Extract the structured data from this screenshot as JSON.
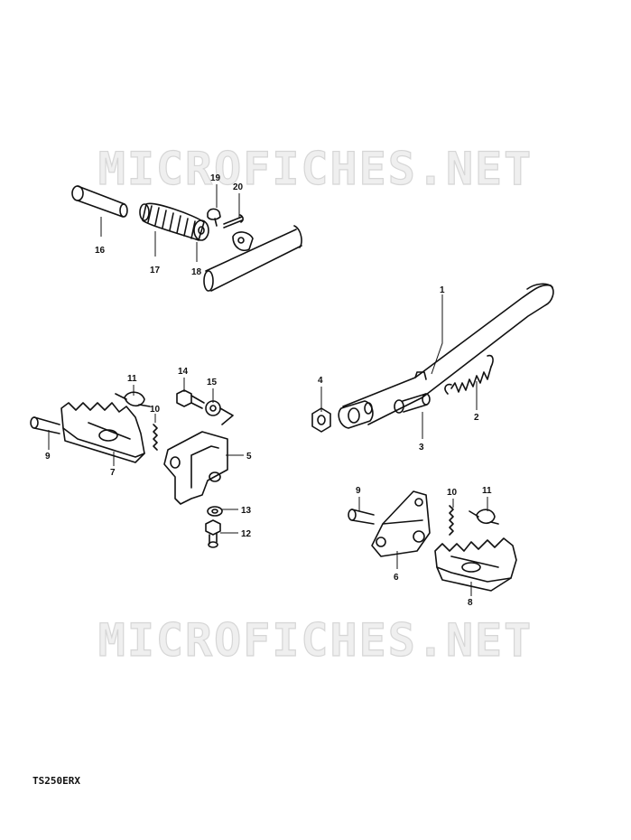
{
  "watermarks": [
    "MICROFICHES.NET",
    "MICROFICHES.NET"
  ],
  "model_code": "TS250ERX",
  "part_numbers": {
    "p1": "1",
    "p2": "2",
    "p3": "3",
    "p4": "4",
    "p5": "5",
    "p6": "6",
    "p7": "7",
    "p8": "8",
    "p9a": "9",
    "p9b": "9",
    "p10a": "10",
    "p10b": "10",
    "p11a": "11",
    "p11b": "11",
    "p12": "12",
    "p13": "13",
    "p14": "14",
    "p15": "15",
    "p16": "16",
    "p17": "17",
    "p18": "18",
    "p19": "19",
    "p20": "20"
  }
}
